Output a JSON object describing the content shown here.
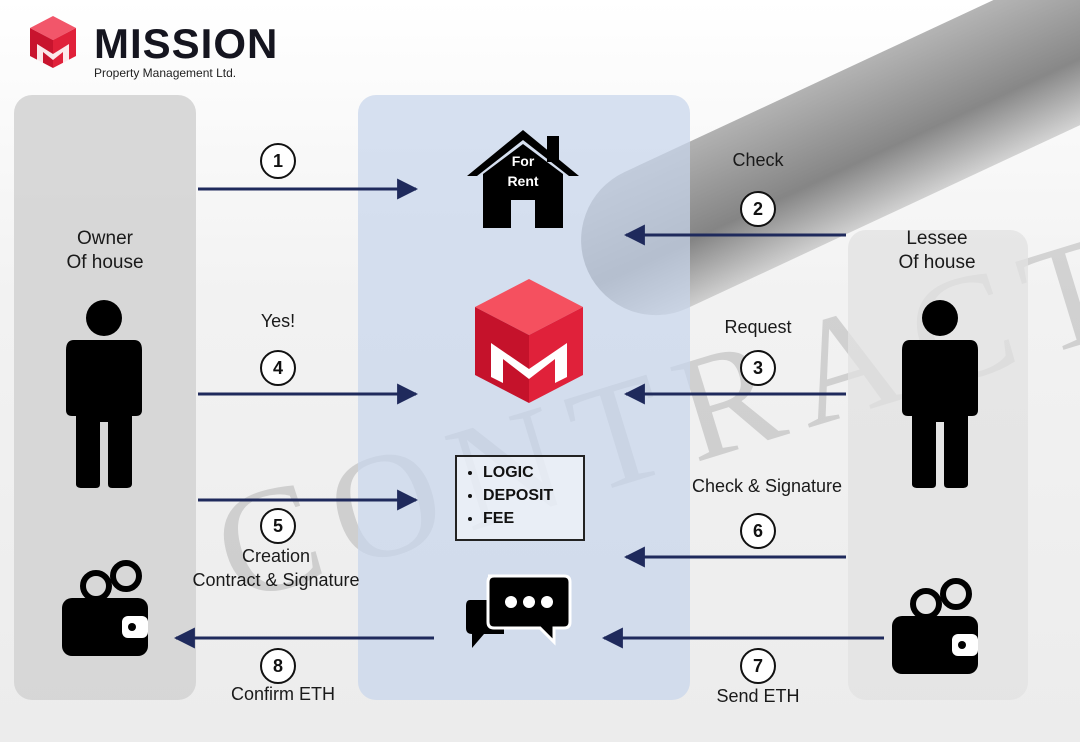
{
  "logo": {
    "name": "MISSION",
    "subtitle": "Property Management Ltd."
  },
  "actors": {
    "owner": {
      "line1": "Owner",
      "line2": "Of house"
    },
    "lessee": {
      "line1": "Lessee",
      "line2": "Of house"
    }
  },
  "house_sign": {
    "line1": "For",
    "line2": "Rent"
  },
  "contract_terms": [
    "LOGIC",
    "DEPOSIT",
    "FEE"
  ],
  "steps": [
    {
      "number": "1",
      "label": ""
    },
    {
      "number": "2",
      "label": "Check"
    },
    {
      "number": "3",
      "label": "Request"
    },
    {
      "number": "4",
      "label": "Yes!"
    },
    {
      "number": "5",
      "label_line1": "Creation",
      "label_line2": "Contract & Signature"
    },
    {
      "number": "6",
      "label": "Check & Signature"
    },
    {
      "number": "7",
      "label": "Send ETH"
    },
    {
      "number": "8",
      "label": "Confirm ETH"
    }
  ],
  "background_text": "CONTRACT",
  "colors": {
    "brand_red": "#e0213a",
    "arrow_navy": "#1f2a5c",
    "center_panel": "#c8d6eb"
  }
}
